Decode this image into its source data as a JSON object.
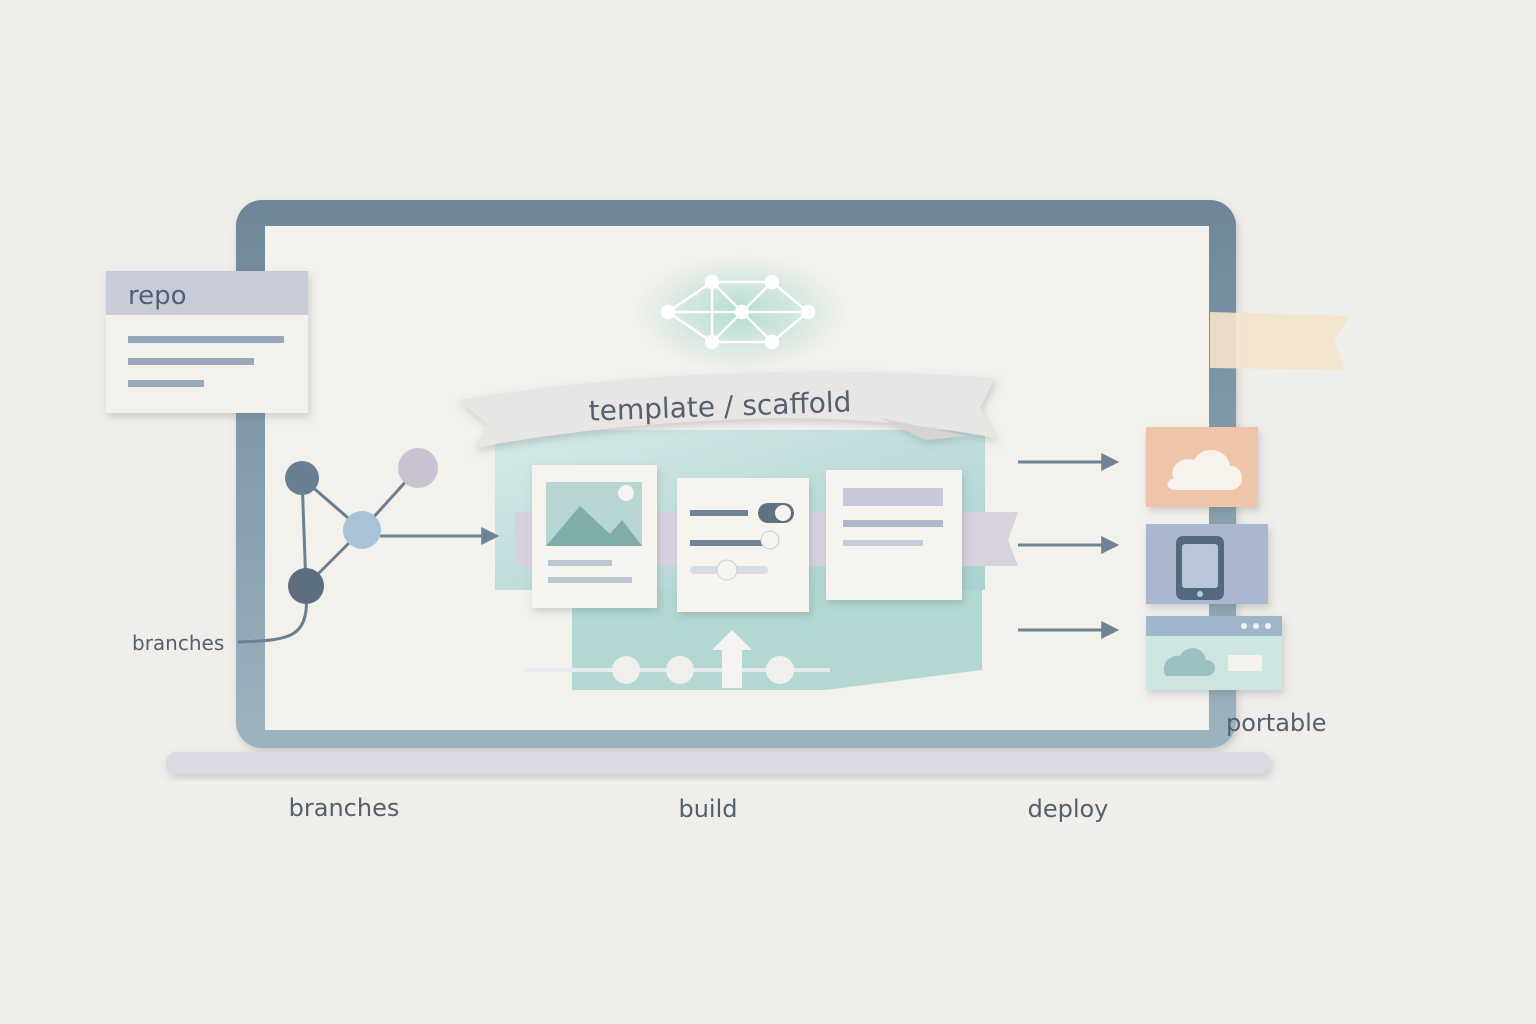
{
  "repo_card": {
    "title": "repo"
  },
  "banner": {
    "text": "template / scaffold"
  },
  "labels": {
    "branches_side": "branches",
    "portable": "portable"
  },
  "stages": [
    {
      "label": "branches"
    },
    {
      "label": "build"
    },
    {
      "label": "deploy"
    }
  ],
  "deploy_targets": [
    {
      "icon": "cloud-icon",
      "color": "#efc4a8"
    },
    {
      "icon": "tablet-icon",
      "color": "#aab7cf"
    },
    {
      "icon": "browser-window-icon",
      "color": "#cfe5e1"
    }
  ],
  "colors": {
    "background": "#efeeea",
    "laptop_frame": "#7b93a3",
    "screen": "#f2f1ec",
    "laptop_base": "#dcd9e4",
    "accent_teal": "#8fc4be",
    "accent_slate": "#66798a",
    "label_text": "#55606e"
  }
}
